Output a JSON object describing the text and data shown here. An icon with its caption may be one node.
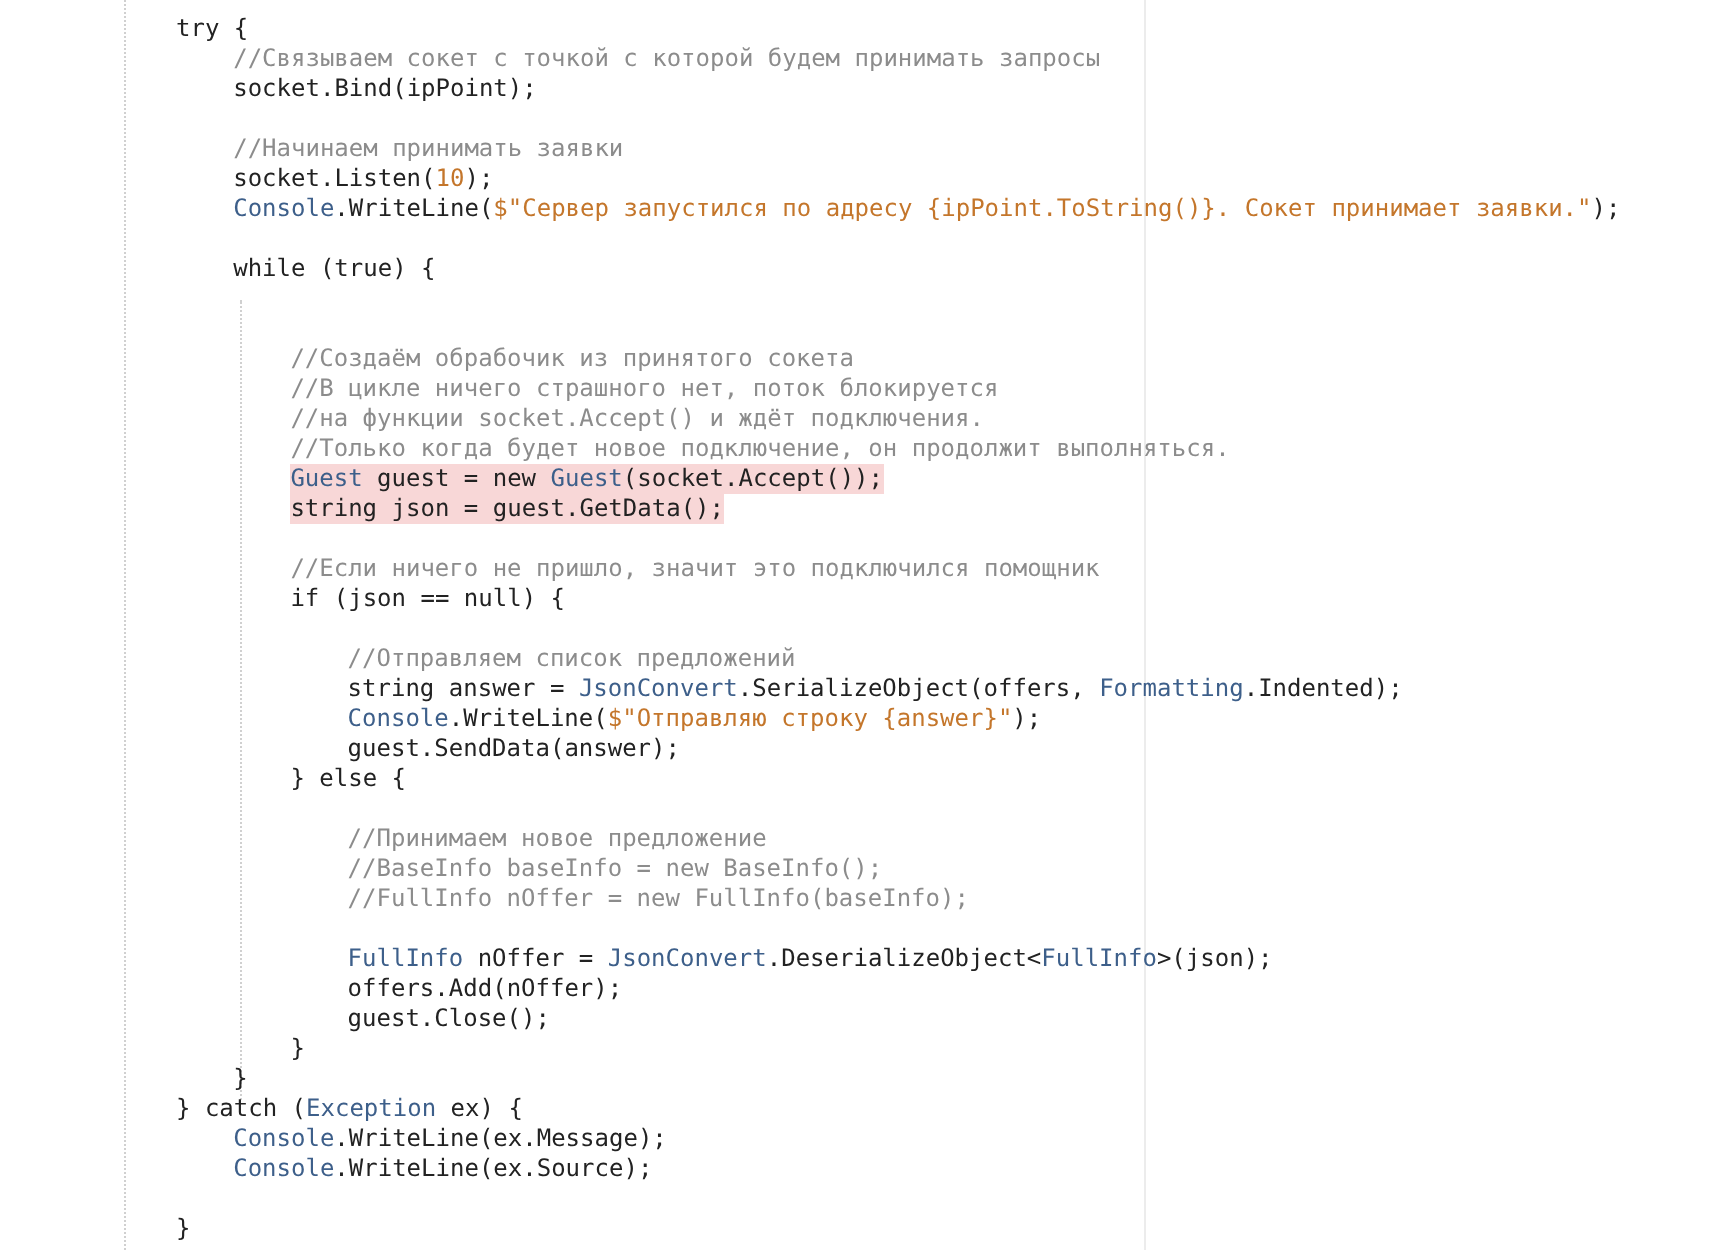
{
  "diagram": {
    "labels": [
      "try {",
      "//Связываем сокет с точкой с которой будем принимать запросы",
      "socket.Bind(ipPoint);",
      "//Начинаем принимать заявки",
      "socket.Listen(10);",
      "Console.WriteLine($\"Сервер запустился по адресу {ipPoint.ToString()}. Сокет принимает заявки.\");",
      "while (true) {",
      "//Создаём обрабочик из принятого сокета",
      "//В цикле ничего страшного нет, поток блокируется",
      "//на функции socket.Accept() и ждёт подключения.",
      "//Только когда будет новое подключение, он продолжит выполняться.",
      "Guest guest = new Guest(socket.Accept());",
      "string json = guest.GetData();",
      "//Если ничего не пришло, значит это подключился помощник",
      "if (json == null) {",
      "//Отправляем список предложений",
      "string answer = JsonConvert.SerializeObject(offers, Formatting.Indented);",
      "Console.WriteLine($\"Отправляю строку {answer}\");",
      "guest.SendData(answer);",
      "} else {",
      "//Принимаем новое предложение",
      "//BaseInfo baseInfo = new BaseInfo();",
      "//FullInfo nOffer = new FullInfo(baseInfo);",
      "FullInfo nOffer = JsonConvert.DeserializeObject<FullInfo>(json);",
      "offers.Add(nOffer);",
      "guest.Close();",
      "}",
      "}",
      "} catch (Exception ex) {",
      "Console.WriteLine(ex.Message);",
      "Console.WriteLine(ex.Source);",
      "}"
    ]
  }
}
